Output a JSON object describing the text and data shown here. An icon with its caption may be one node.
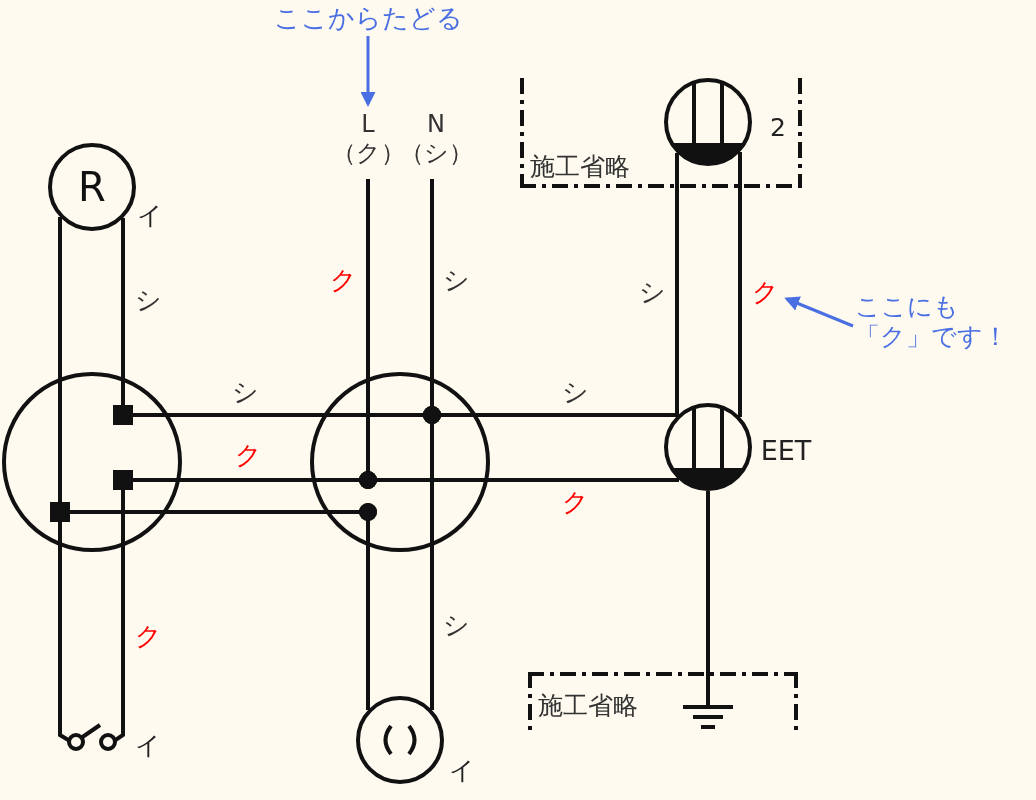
{
  "diagram": {
    "nodes": [
      {
        "text": [
          "ここからたどる"
        ]
      },
      {
        "text": [
          "L",
          "（ク）"
        ]
      },
      {
        "text": [
          "N",
          "（シ）"
        ]
      },
      {
        "text": [
          "R"
        ],
        "beside": [
          "イ"
        ]
      },
      {
        "text": [],
        "shape": "circle"
      },
      {
        "text": [],
        "shape": "circle"
      },
      {
        "text": [],
        "shape": "circle",
        "beside": [
          "2"
        ],
        "in": 7
      },
      {
        "text": [
          "施工省略"
        ]
      },
      {
        "text": [],
        "shape": "circle",
        "beside": [
          "EET"
        ]
      },
      {
        "text": [],
        "shape": "picture",
        "beside": [
          "イ"
        ]
      },
      {
        "text": [],
        "shape": "circle",
        "beside": [
          "イ"
        ]
      },
      {
        "text": [
          "施工省略"
        ]
      },
      {
        "text": [],
        "shape": "picture",
        "in": 11
      },
      {
        "text": [
          "ここにも「ク」です！"
        ]
      }
    ],
    "edges": [
      {
        "from": 0,
        "to": 1,
        "arrow": "to",
        "color": "#4a6fe3"
      },
      {
        "from": 1,
        "to": 5,
        "arrow": "other",
        "label": "ク"
      },
      {
        "from": 2,
        "to": 5,
        "arrow": "other",
        "label": "シ"
      },
      {
        "from": 3,
        "to": 4,
        "arrow": "other"
      },
      {
        "from": 3,
        "to": 4,
        "arrow": "other",
        "label": "シ"
      },
      {
        "from": 4,
        "to": 5,
        "arrow": "other",
        "label": "シ"
      },
      {
        "from": 4,
        "to": 5,
        "arrow": "other",
        "label": "ク"
      },
      {
        "from": 4,
        "to": 5,
        "arrow": "other"
      },
      {
        "from": 5,
        "to": 8,
        "arrow": "other",
        "label": "シ"
      },
      {
        "from": 5,
        "to": 8,
        "arrow": "other",
        "label": "ク"
      },
      {
        "from": 6,
        "to": 8,
        "arrow": "none",
        "label": "シ"
      },
      {
        "from": 6,
        "to": 8,
        "arrow": "none",
        "label": "ク"
      },
      {
        "from": 8,
        "to": 12,
        "arrow": "none"
      },
      {
        "from": 4,
        "to": 9,
        "arrow": "other"
      },
      {
        "from": 4,
        "to": 9,
        "arrow": "other",
        "label": "ク"
      },
      {
        "from": 5,
        "to": 10,
        "arrow": "other"
      },
      {
        "from": 5,
        "to": 10,
        "arrow": "other",
        "label": "シ"
      },
      {
        "from": 13,
        "to": null,
        "arrow": "to",
        "color": "#4a6fe3"
      }
    ]
  }
}
